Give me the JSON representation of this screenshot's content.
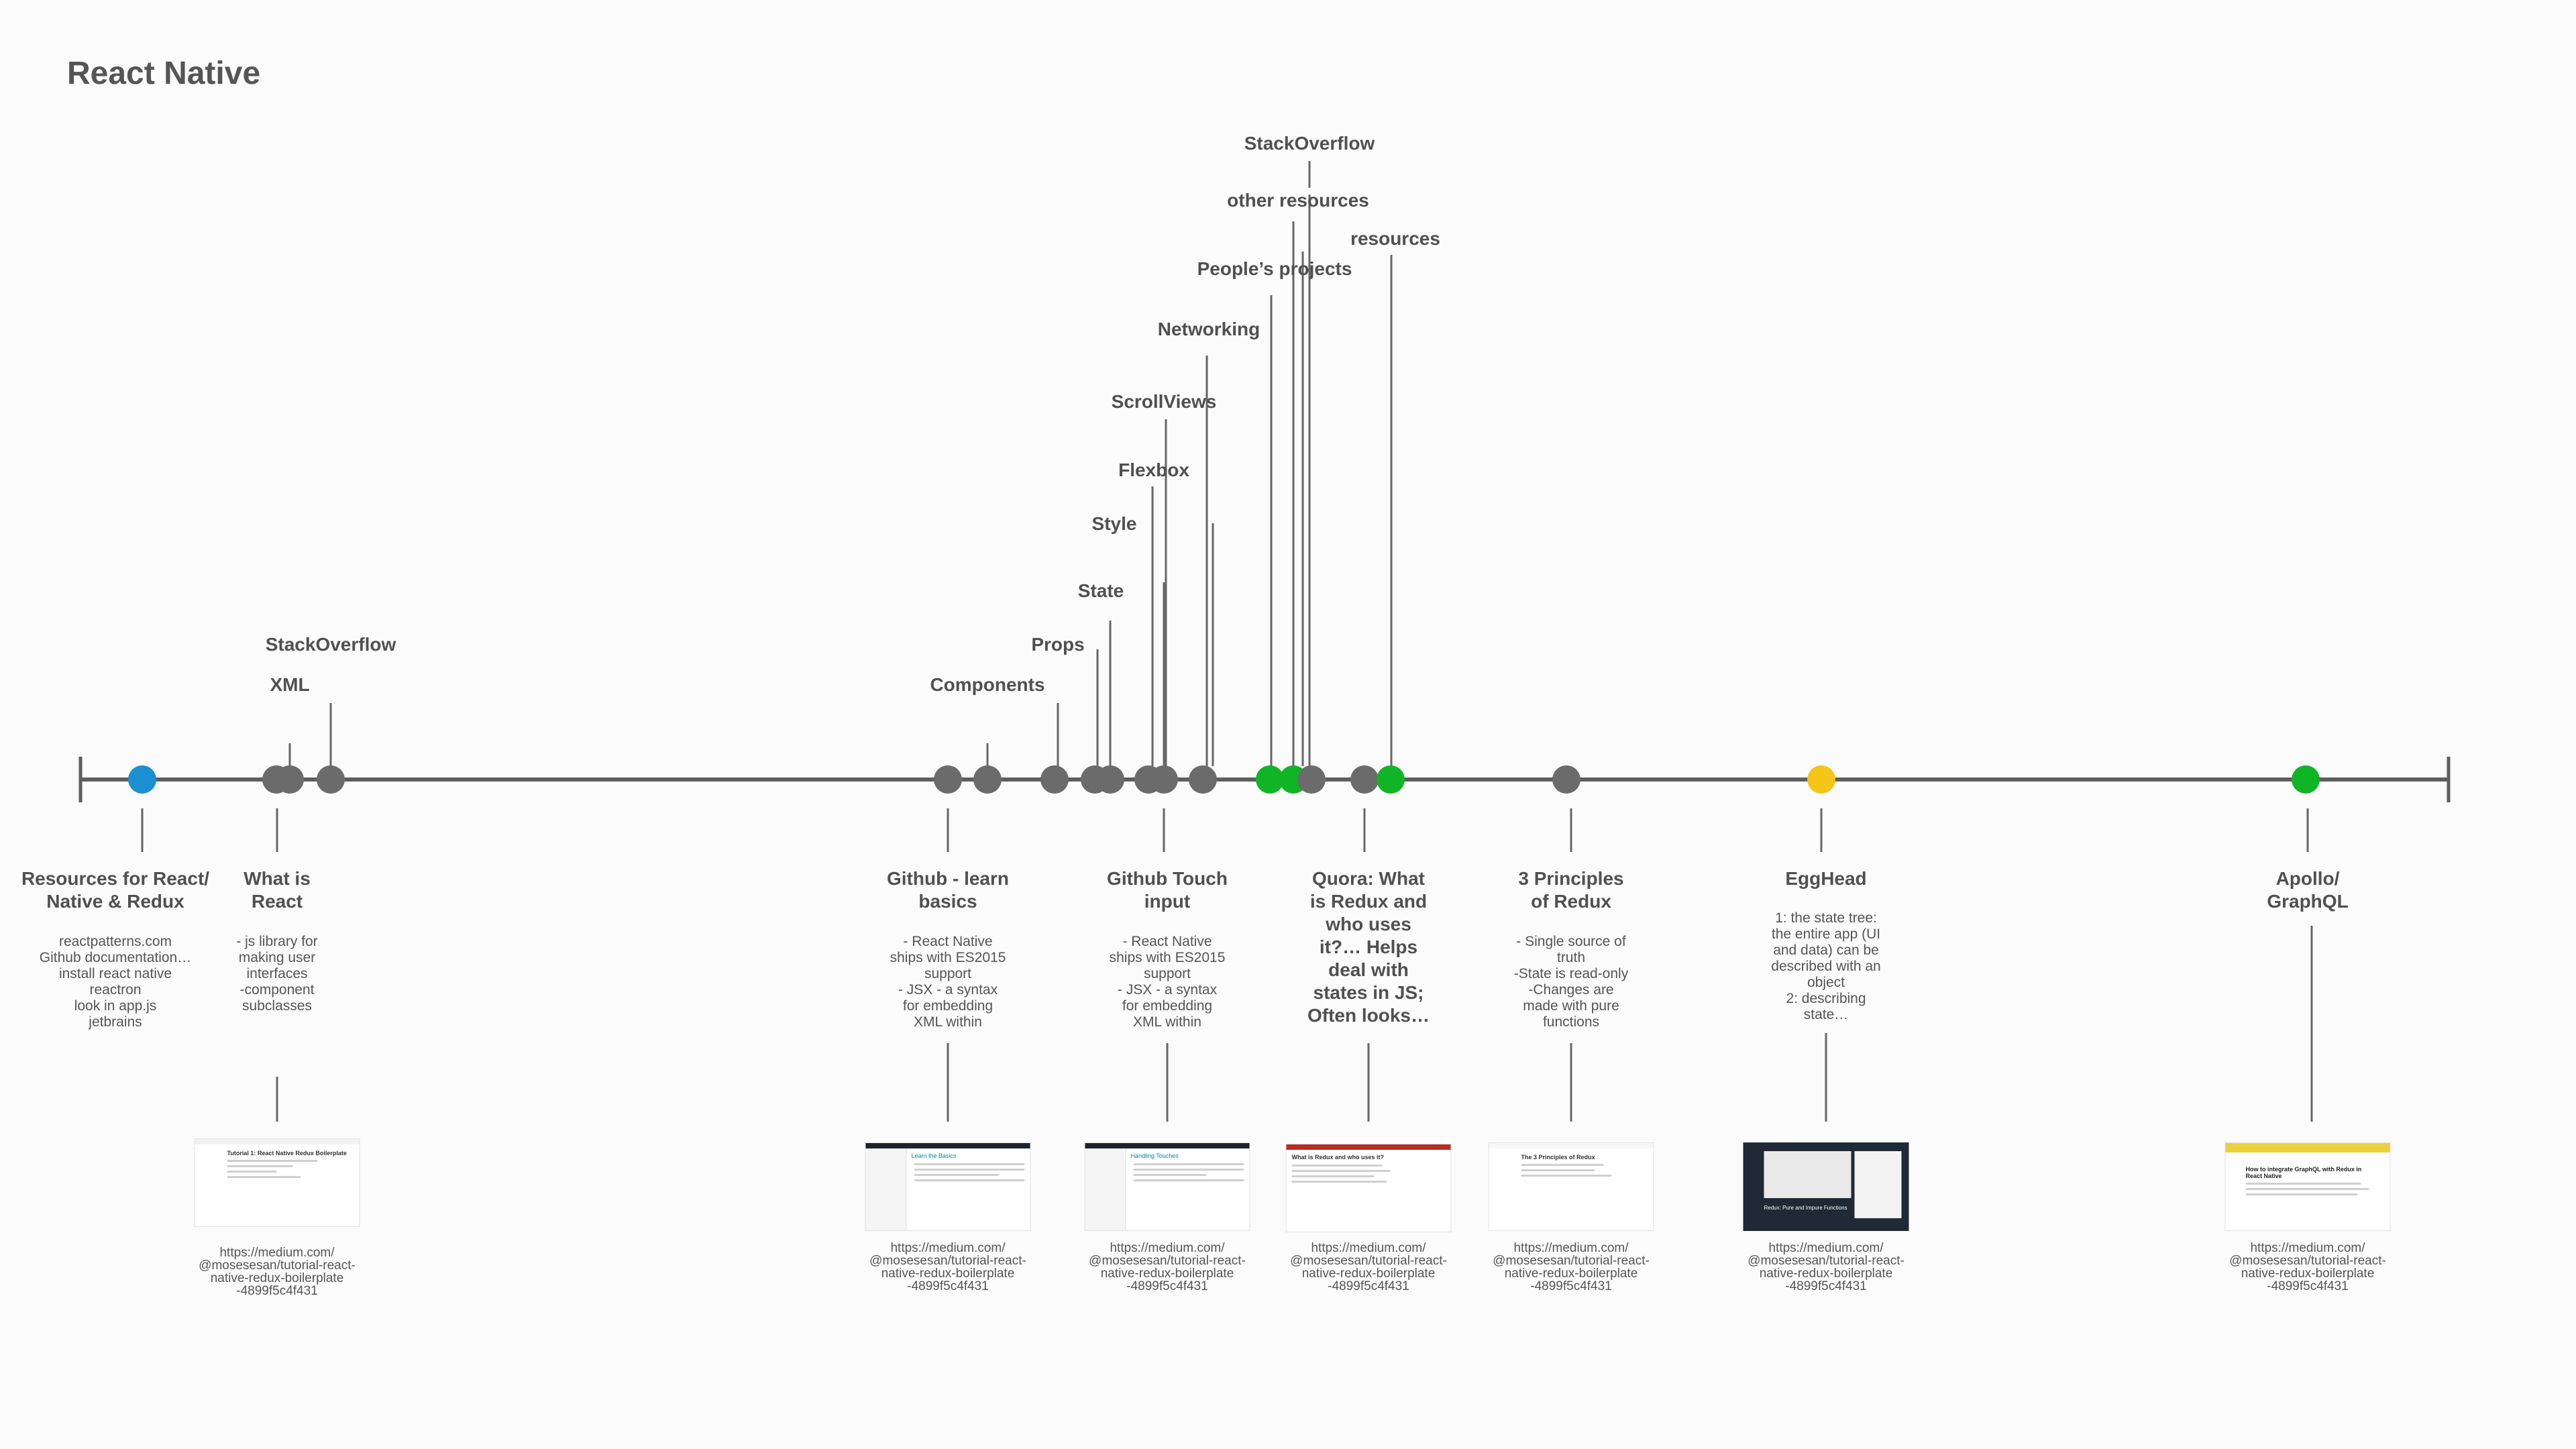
{
  "title": "React Native",
  "colors": {
    "axis": "#5e5e5e",
    "node_gray": "#6b6b6b",
    "node_blue": "#1c8fd1",
    "node_green": "#10b526",
    "node_yellow": "#f5c518"
  },
  "upper_labels": [
    {
      "text": "StackOverflow"
    },
    {
      "text": "XML"
    },
    {
      "text": "Components"
    },
    {
      "text": "Props"
    },
    {
      "text": "State"
    },
    {
      "text": "Style"
    },
    {
      "text": "Flexbox"
    },
    {
      "text": "ScrollViews"
    },
    {
      "text": "Networking"
    },
    {
      "text": "People’s projects"
    },
    {
      "text": "other resources"
    },
    {
      "text": "StackOverflow"
    },
    {
      "text": "resources"
    }
  ],
  "events": [
    {
      "title": "Resources for React/\nNative & Redux",
      "desc": "reactpatterns.com\nGithub documentation…\ninstall react native\nreactron\nlook in app.js\njetbrains"
    },
    {
      "title": "What is\nReact",
      "desc": "- js library for\nmaking user\ninterfaces\n-component\nsubclasses",
      "url": "https://medium.com/\n@mosesesan/tutorial-react-\nnative-redux-boilerplate\n-4899f5c4f431"
    },
    {
      "title": "Github - learn\nbasics",
      "desc": "- React Native\nships with ES2015\nsupport\n- JSX - a syntax\nfor embedding\nXML within",
      "url": "https://medium.com/\n@mosesesan/tutorial-react-\nnative-redux-boilerplate\n-4899f5c4f431"
    },
    {
      "title": "Github Touch\ninput",
      "desc": "- React Native\nships with ES2015\nsupport\n- JSX - a syntax\nfor embedding\nXML within",
      "url": "https://medium.com/\n@mosesesan/tutorial-react-\nnative-redux-boilerplate\n-4899f5c4f431"
    },
    {
      "title": "Quora: What\nis Redux and\nwho uses\nit?… Helps\ndeal with\nstates in JS;\nOften looks…",
      "desc": "",
      "url": "https://medium.com/\n@mosesesan/tutorial-react-\nnative-redux-boilerplate\n-4899f5c4f431"
    },
    {
      "title": "3 Principles\nof Redux",
      "desc": "- Single source of\ntruth\n-State is read-only\n-Changes are\nmade with pure\nfunctions",
      "url": "https://medium.com/\n@mosesesan/tutorial-react-\nnative-redux-boilerplate\n-4899f5c4f431"
    },
    {
      "title": "EggHead",
      "desc": "1: the state tree:\nthe entire app (UI\nand data) can be\ndescribed with an\nobject\n2: describing\nstate…",
      "url": "https://medium.com/\n@mosesesan/tutorial-react-\nnative-redux-boilerplate\n-4899f5c4f431"
    },
    {
      "title": "Apollo/\nGraphQL",
      "desc": "",
      "url": "https://medium.com/\n@mosesesan/tutorial-react-\nnative-redux-boilerplate\n-4899f5c4f431"
    }
  ],
  "thumb_titles": {
    "t1": "Tutorial 1: React Native Redux Boilerplate",
    "t2": "Learn the Basics",
    "t3": "Handling Touches",
    "t4": "What is Redux and who uses it?",
    "t5": "The 3 Principles of Redux",
    "t6": "Redux: Pure and Impure Functions",
    "t7": "How to integrate GraphQL with Redux in React Native"
  }
}
